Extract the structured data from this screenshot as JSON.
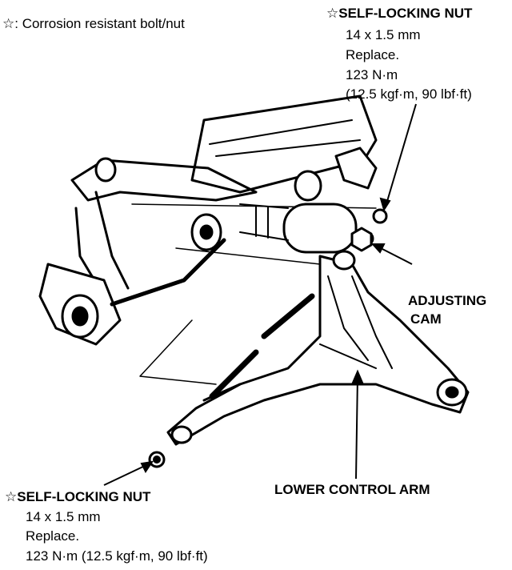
{
  "legend": {
    "star": "☆",
    "text": ": Corrosion resistant bolt/nut"
  },
  "top_nut": {
    "star": "☆",
    "title": "SELF-LOCKING NUT",
    "size": "14 x 1.5 mm",
    "action": "Replace.",
    "torque": "123 N·m",
    "torque_alt": "(12.5 kgf·m, 90 lbf·ft)"
  },
  "adjusting_cam": {
    "line1": "ADJUSTING",
    "line2": "CAM"
  },
  "lower_control_arm": {
    "label": "LOWER CONTROL ARM"
  },
  "bottom_nut": {
    "star": "☆",
    "title": "SELF-LOCKING NUT",
    "size": "14 x 1.5 mm",
    "action": "Replace.",
    "torque": "123 N·m (12.5 kgf·m, 90 lbf·ft)"
  }
}
